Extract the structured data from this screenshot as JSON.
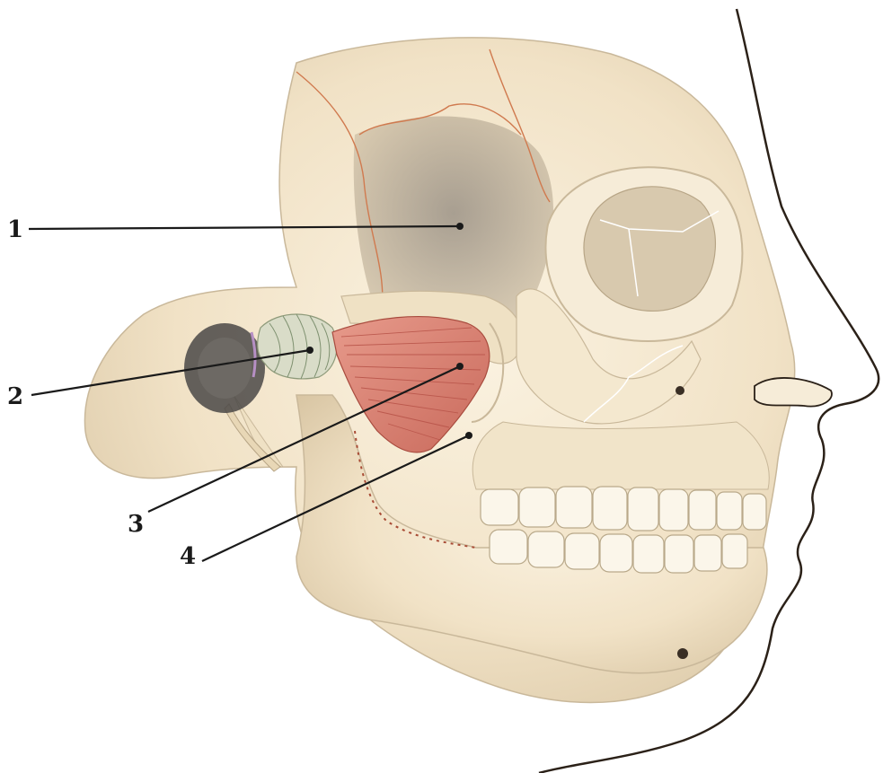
{
  "figure": {
    "labels": [
      {
        "id": "1",
        "text": "1"
      },
      {
        "id": "2",
        "text": "2"
      },
      {
        "id": "3",
        "text": "3"
      },
      {
        "id": "4",
        "text": "4"
      }
    ]
  },
  "colors": {
    "bone": "#f3e6cc",
    "bone_shadow": "#c9b89a",
    "muscle": "#e0897a",
    "muscle_striation": "#b9554a",
    "suture_line": "#d07a4f",
    "outline": "#3a2f25",
    "skin_outline": "#2b2118",
    "cavity": "#4a4846"
  }
}
